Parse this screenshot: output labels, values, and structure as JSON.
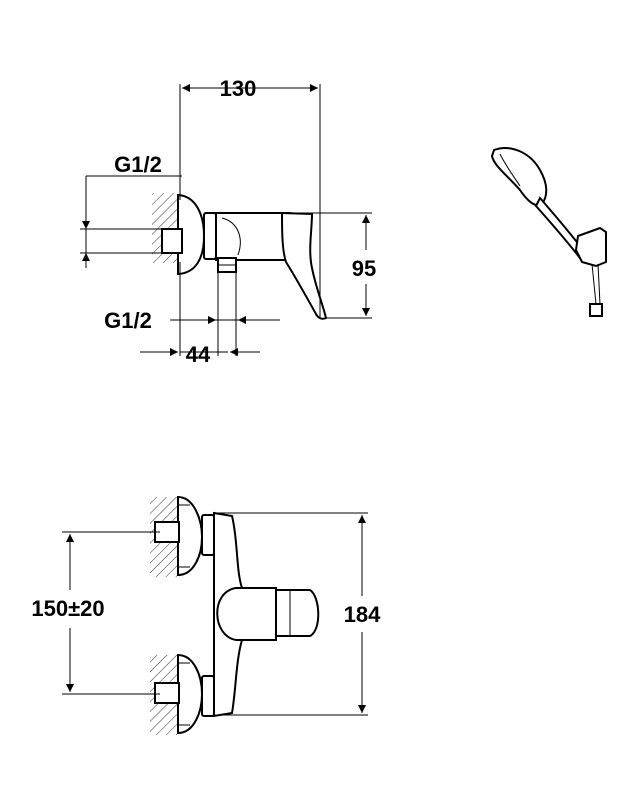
{
  "top_view": {
    "dim_width": "130",
    "dim_inlet_top": "G1/2",
    "dim_height": "95",
    "dim_outlet": "G1/2",
    "dim_offset": "44"
  },
  "front_view": {
    "dim_spacing": "150±20",
    "dim_total_height": "184"
  }
}
